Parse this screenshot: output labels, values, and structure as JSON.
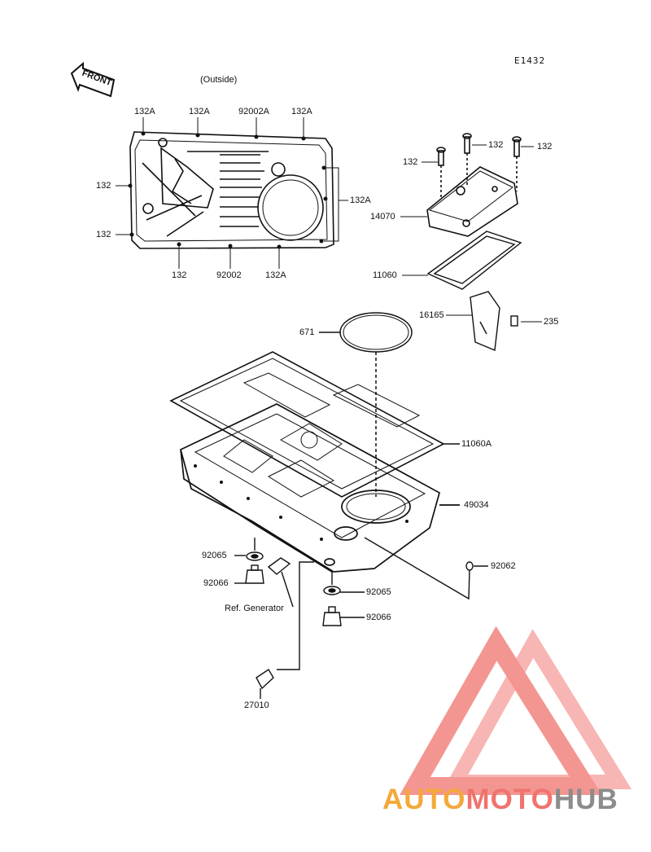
{
  "code": "E1432",
  "front_label": "FRONT",
  "view_note": "(Outside)",
  "watermark": {
    "part1": "AUTO",
    "part2": "MOTO",
    "part3": "HUB",
    "color_a": "#f3a93a",
    "color_m": "#f0736d",
    "color_h": "#8c8c8c"
  },
  "labels": {
    "l132a_1": "132A",
    "l132a_2": "132A",
    "l92002a": "92002A",
    "l132a_3": "132A",
    "l132_left1": "132",
    "l132a_right": "132A",
    "l132_left2": "132",
    "l132_bot": "132",
    "l92002": "92002",
    "l132a_bot": "132A",
    "l132_cover_a": "132",
    "l132_cover_b": "132",
    "l132_cover_c": "132",
    "l14070": "14070",
    "l11060": "11060",
    "l16165": "16165",
    "l235": "235",
    "l671": "671",
    "l11060a": "11060A",
    "l49034": "49034",
    "l92065_a": "92065",
    "l92066_a": "92066",
    "l92062": "92062",
    "l92065_b": "92065",
    "l92066_b": "92066",
    "lref": "Ref. Generator",
    "l27010": "27010"
  }
}
